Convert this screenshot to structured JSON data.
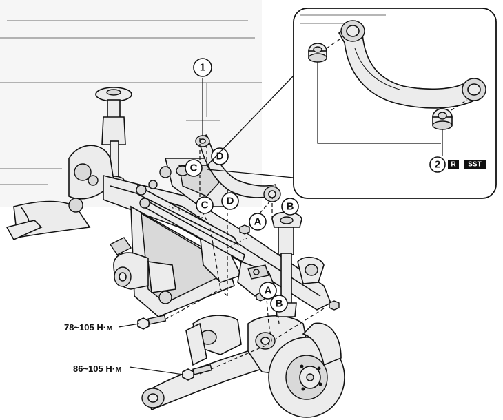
{
  "callouts": {
    "c1": "1",
    "c2": "2",
    "A": "A",
    "B": "B",
    "C": "C",
    "D": "D"
  },
  "badges": {
    "r": "R",
    "sst": "SST"
  },
  "torque": {
    "upper": "78~105 Н·м",
    "lower": "86~105 Н·м"
  },
  "colors": {
    "line": "#111111",
    "badge": "#111111"
  }
}
